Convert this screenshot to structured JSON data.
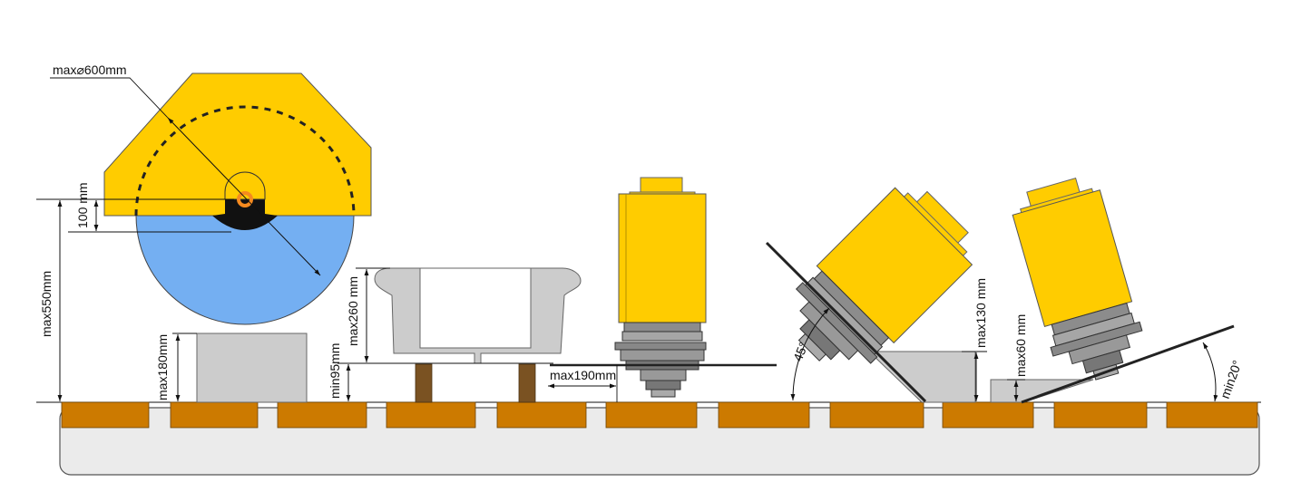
{
  "labels": {
    "blade_diameter": "max⌀600mm",
    "hub_depth": "100 mm",
    "max_height": "max550mm",
    "block_height": "max180mm",
    "min_lift": "min95mm",
    "sink_height": "max260 mm",
    "overhang": "max190mm",
    "angle_45": "45°",
    "tilt_height": "max130 mm",
    "tilt_height_small": "max60 mm",
    "angle_min": "min20°"
  },
  "colors": {
    "guard_yellow": "#FFCC00",
    "blade_blue": "#74AFF2",
    "slat_brown": "#CC7A00",
    "bed_grey": "#EBEBEB",
    "workpiece_grey": "#CCCCCC",
    "support_brown": "#7A5222",
    "hub_orange": "#F58A1F"
  }
}
